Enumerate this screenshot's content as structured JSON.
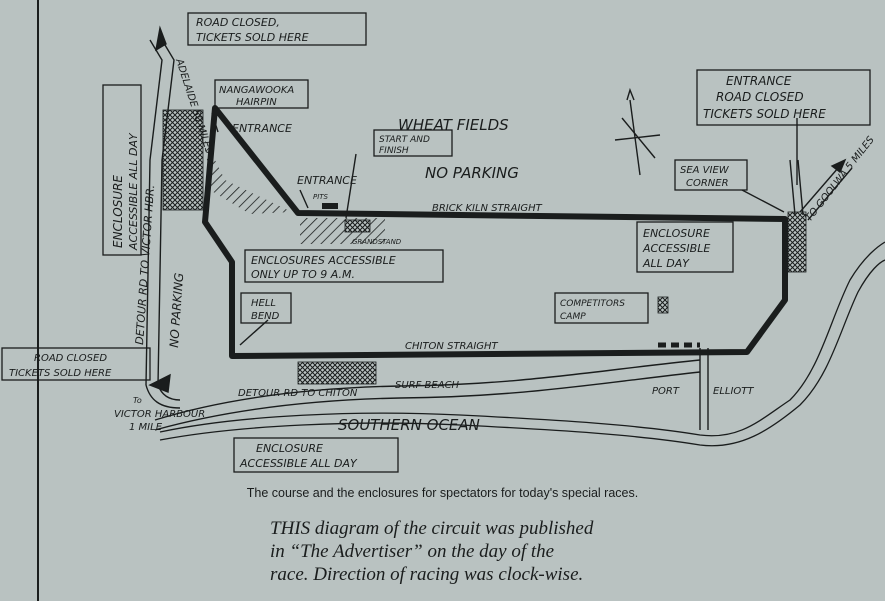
{
  "map": {
    "labels": {
      "road_closed_top_1": "ROAD CLOSED,",
      "road_closed_top_2": "TICKETS SOLD HERE",
      "nangawooka_1": "NANGAWOOKA",
      "nangawooka_2": "HAIRPIN",
      "adelaide_road": "ADELAIDE 50 MILES",
      "entrance_top": "ENTRANCE",
      "entrance_mid": "ENTRANCE",
      "pits": "PITS",
      "start_finish_1": "START AND",
      "start_finish_2": "FINISH",
      "wheat_fields": "WHEAT   FIELDS",
      "no_parking_top": "NO PARKING",
      "brick_kiln": "BRICK  KILN  STRAIGHT",
      "grandstand": "GRANDSTAND",
      "enclosure_9am_1": "ENCLOSURES ACCESSIBLE",
      "enclosure_9am_2": "ONLY UP TO 9 A.M.",
      "left_enclosure_1": "ENCLOSURE",
      "left_enclosure_2": "ACCESSIBLE ALL DAY",
      "detour_victor": "DETOUR RD TO VICTOR HBR.",
      "no_parking_left": "NO PARKING",
      "hell_bend_1": "HELL",
      "hell_bend_2": "BEND",
      "road_closed_left_1": "ROAD CLOSED",
      "road_closed_left_2": "TICKETS SOLD HERE",
      "entrance_right_1": "ENTRANCE",
      "entrance_right_2": "ROAD CLOSED",
      "entrance_right_3": "TICKETS SOLD HERE",
      "sea_view_1": "SEA VIEW",
      "sea_view_2": "CORNER",
      "goolwa": "TO GOOLWA 5 MILES",
      "right_enclosure_1": "ENCLOSURE",
      "right_enclosure_2": "ACCESSIBLE",
      "right_enclosure_3": "ALL DAY",
      "competitors_1": "COMPETITORS",
      "competitors_2": "CAMP",
      "chiton_straight": "CHITON  STRAIGHT",
      "detour_chiton": "DETOUR RD TO CHITON",
      "surf_beach": "SURF BEACH",
      "port_elliott_1": "PORT",
      "port_elliott_2": "ELLIOTT",
      "victor_1": "To",
      "victor_2": "VICTOR HARBOUR",
      "victor_3": "1 MILE",
      "southern_ocean": "SOUTHERN  OCEAN",
      "bottom_enclosure_1": "ENCLOSURE",
      "bottom_enclosure_2": "ACCESSIBLE ALL DAY"
    }
  },
  "caption": {
    "line1": "The course and the enclosures for spectators  for today's special races.",
    "line2a": "THIS diagram of the circuit was published",
    "line2b": "in “The Advertiser” on the day of the",
    "line2c": "race. Direction of racing was clock-wise."
  },
  "colors": {
    "paper": "#b9c2c1",
    "ink": "#1a1d1d"
  }
}
